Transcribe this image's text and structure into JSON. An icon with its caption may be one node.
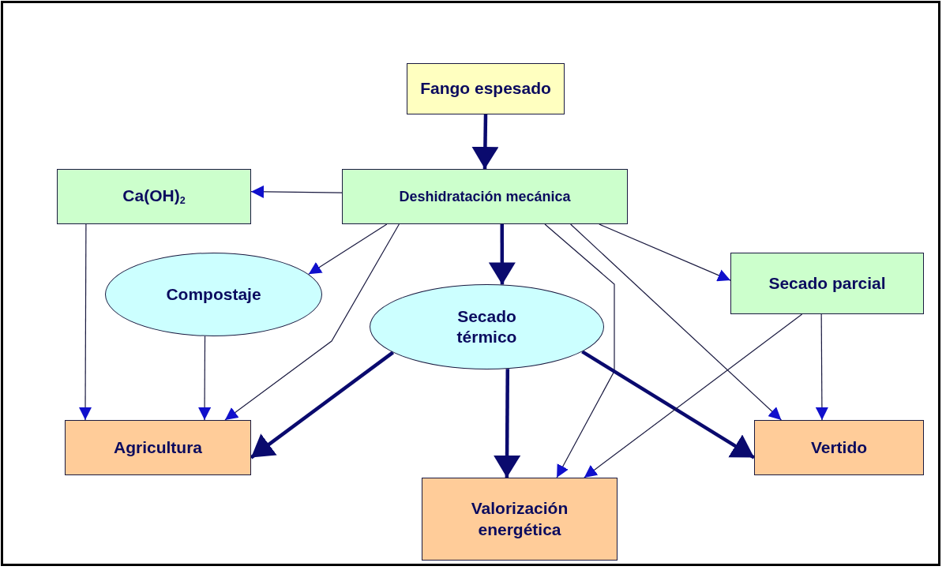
{
  "diagram": {
    "nodes": [
      {
        "text": [
          "Fango espesado"
        ]
      },
      {
        "text": [
          "Ca(OH)$_{2}$"
        ]
      },
      {
        "text": [
          "Deshidratación mecánica"
        ]
      },
      {
        "text": [
          "Compostaje"
        ]
      },
      {
        "text": [
          "Secado parcial"
        ]
      },
      {
        "text": [
          "Secado térmico"
        ]
      },
      {
        "text": [
          "Agricultura"
        ]
      },
      {
        "text": [
          "Vertido"
        ]
      },
      {
        "text": [
          "Valorización energética"
        ]
      }
    ],
    "edges": [
      {
        "from": 0,
        "to": 2,
        "arrow": "to",
        "style": "thick"
      },
      {
        "from": 2,
        "to": 1,
        "arrow": "to"
      },
      {
        "from": 2,
        "to": 3,
        "arrow": "to"
      },
      {
        "from": 2,
        "to": 6,
        "arrow": "to"
      },
      {
        "from": 2,
        "to": 5,
        "arrow": "to",
        "style": "thick"
      },
      {
        "from": 2,
        "to": 8,
        "arrow": "to"
      },
      {
        "from": 2,
        "to": 7,
        "arrow": "to"
      },
      {
        "from": 2,
        "to": 4,
        "arrow": "to"
      },
      {
        "from": 1,
        "to": 6,
        "arrow": "to"
      },
      {
        "from": 3,
        "to": 6,
        "arrow": "to"
      },
      {
        "from": 5,
        "to": 6,
        "arrow": "to",
        "style": "thick"
      },
      {
        "from": 5,
        "to": 8,
        "arrow": "to",
        "style": "thick"
      },
      {
        "from": 5,
        "to": 7,
        "arrow": "to",
        "style": "thick"
      },
      {
        "from": 4,
        "to": 8,
        "arrow": "to"
      },
      {
        "from": 4,
        "to": 7,
        "arrow": "to"
      }
    ]
  }
}
